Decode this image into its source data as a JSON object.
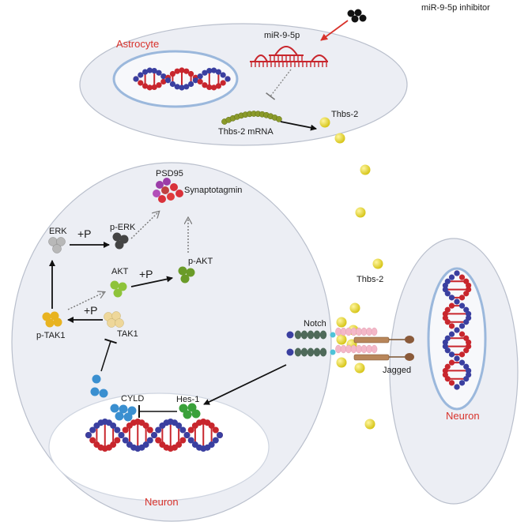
{
  "labels": {
    "inhibitor": "miR-9-5p inhibitor",
    "mirna": "miR-9-5p",
    "astrocyte": "Astrocyte",
    "thbs2_mrna": "Thbs-2 mRNA",
    "thbs2_top": "Thbs-2",
    "thbs2_mid": "Thbs-2",
    "psd95": "PSD95",
    "synaptotagmin": "Synaptotagmin",
    "erk": "ERK",
    "perk": "p-ERK",
    "plusp1": "+P",
    "akt": "AKT",
    "pakt": "p-AKT",
    "plusp2": "+P",
    "ptak1": "p-TAK1",
    "plusp3": "+P",
    "tak1": "TAK1",
    "notch": "Notch",
    "jagged": "Jagged",
    "cyld": "CYLD",
    "hes1": "Hes-1",
    "neuron_left": "Neuron",
    "neuron_right": "Neuron"
  },
  "colors": {
    "cell_fill": "#eceef4",
    "cell_stroke": "#b9bfcc",
    "nucleus_stroke": "#9bb8dc",
    "dna_red": "#c8262d",
    "dna_blue": "#3a3fa0",
    "thbs2": "#e3d320",
    "label_red": "#d8322b",
    "erk": "#b8b8b8",
    "perk": "#444444",
    "akt": "#8ec33a",
    "pakt": "#6a9b28",
    "tak1": "#eed79a",
    "ptak1": "#e8b320",
    "cyld": "#3a8fd0",
    "hes1": "#3aa13a",
    "psd95": "#9b3da8",
    "synapto": "#d9313a",
    "mrna": "#8a9a2a",
    "inhibitor": "#111111"
  }
}
